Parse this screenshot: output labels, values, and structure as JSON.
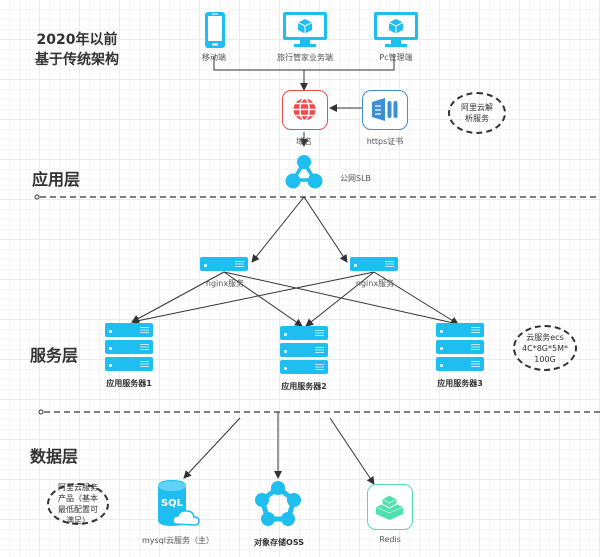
{
  "title": {
    "line1": "2020年以前",
    "line2": "基于传统架构"
  },
  "layers": {
    "app": "应用层",
    "service": "服务层",
    "data": "数据层"
  },
  "clients": [
    {
      "icon": "mobile-phone-icon",
      "label": "移动端"
    },
    {
      "icon": "monitor-cube-icon",
      "label": "旅行管家业务端"
    },
    {
      "icon": "monitor-cube-icon",
      "label": "Pc管理端"
    }
  ],
  "domain": {
    "icon": "globe-icon",
    "label": "域名"
  },
  "https": {
    "icon": "certificate-icon",
    "label": "https证书"
  },
  "dns_note": "阿里云解析服务",
  "slb": {
    "icon": "slb-network-icon",
    "label": "公网SLB"
  },
  "nginx": [
    {
      "label": "nginx服务"
    },
    {
      "label": "nginx服务"
    }
  ],
  "app_servers": [
    {
      "label": "应用服务器1"
    },
    {
      "label": "应用服务器2"
    },
    {
      "label": "应用服务器3"
    }
  ],
  "ecs_note": {
    "line1": "云服务ecs",
    "line2": "4C*8G*5M*",
    "line3": "100G"
  },
  "data_stores": [
    {
      "icon": "sql-database-icon",
      "label": "mysql云服务（主）"
    },
    {
      "icon": "oss-storage-icon",
      "label": "对象存储OSS"
    },
    {
      "icon": "redis-icon",
      "label": "Redis"
    }
  ],
  "data_note": "阿里云服务产品（基本最低配置可满足）",
  "colors": {
    "primary": "#1ebef0",
    "domain_red": "#f04b4b",
    "https_blue": "#3b8fd4",
    "redis_green": "#4fe0b0",
    "line": "#333333"
  }
}
